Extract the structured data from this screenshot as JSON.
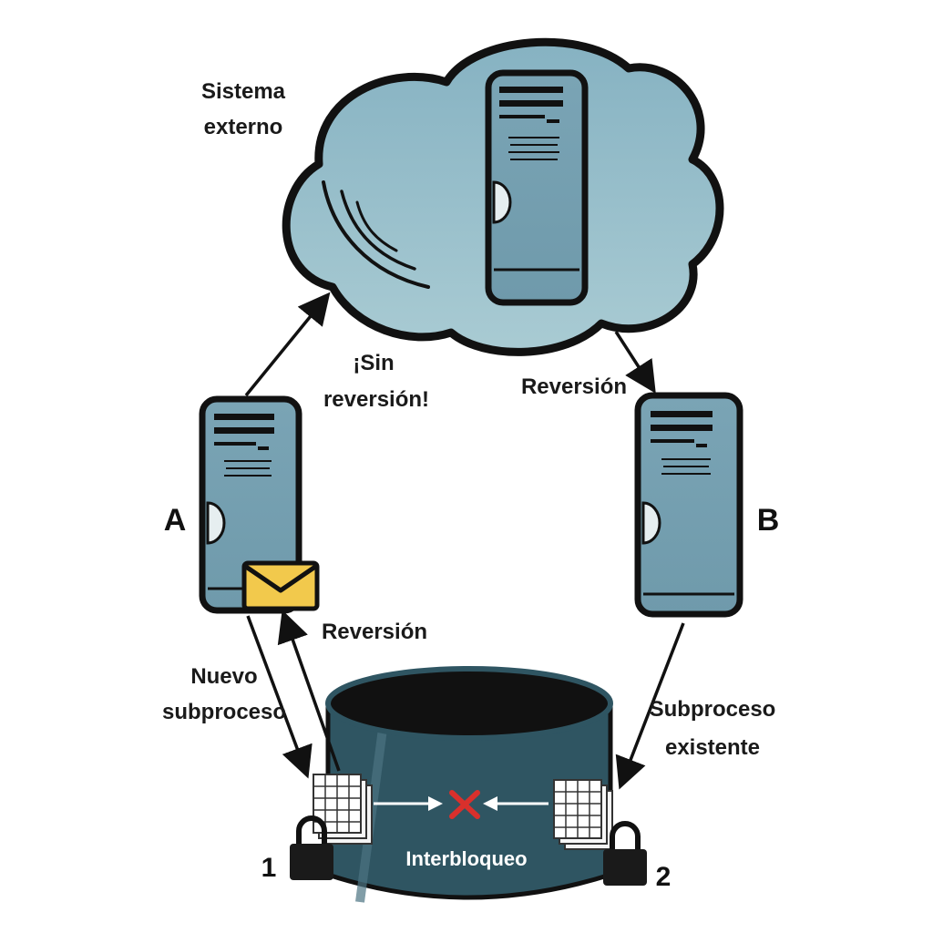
{
  "labels": {
    "external_system_line1": "Sistema",
    "external_system_line2": "externo",
    "no_rollback_line1": "¡Sin",
    "no_rollback_line2": "reversión!",
    "rollback_top": "Reversión",
    "rollback_bottom": "Reversión",
    "new_thread_line1": "Nuevo",
    "new_thread_line2": "subproceso",
    "existing_thread_line1": "Subproceso",
    "existing_thread_line2": "existente",
    "deadlock": "Interbloqueo",
    "server_a": "A",
    "server_b": "B",
    "lock_1": "1",
    "lock_2": "2"
  },
  "colors": {
    "cloud_fill": "#8fb8c6",
    "server_fill": "#7fa8b8",
    "database_fill": "#2f5562",
    "envelope_fill": "#f2c94c",
    "deadlock_mark": "#d9302c",
    "outline": "#111111"
  },
  "icons": [
    "cloud-icon",
    "server-icon",
    "envelope-icon",
    "database-icon",
    "table-icon",
    "padlock-icon",
    "cross-icon"
  ]
}
